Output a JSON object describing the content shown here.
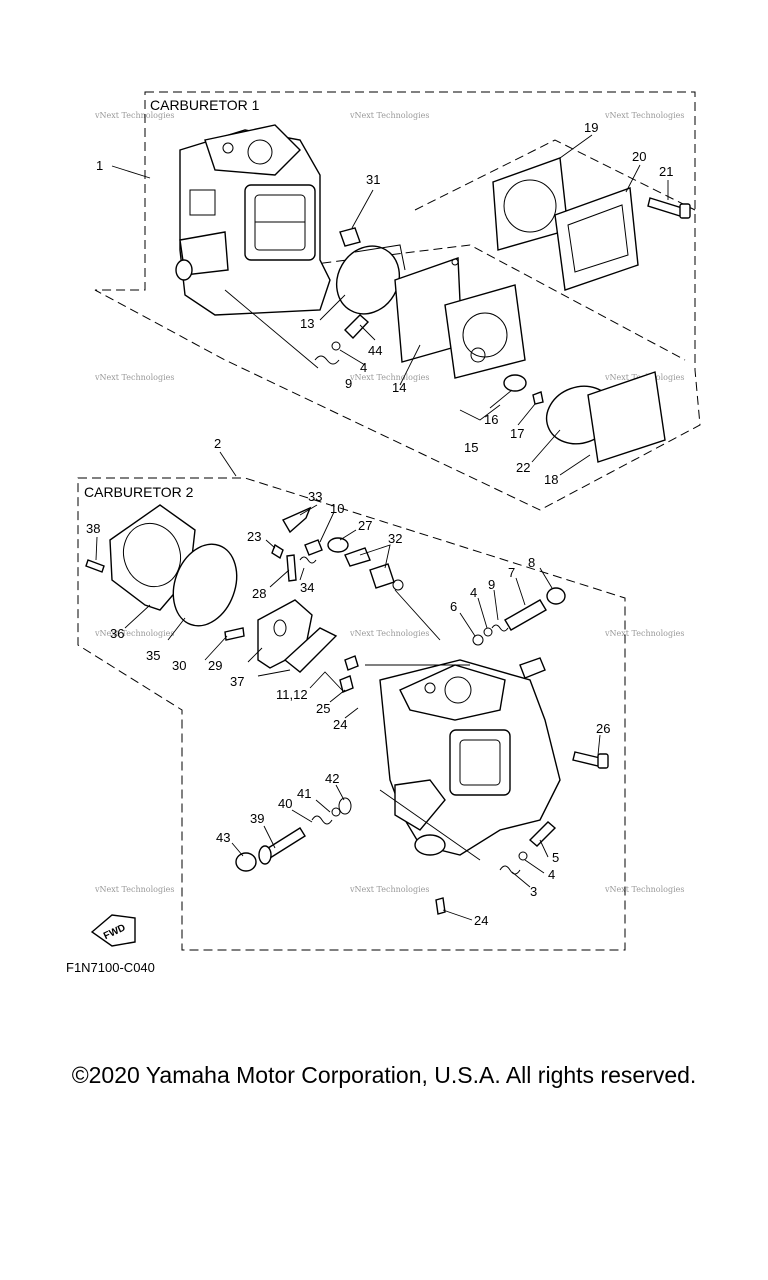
{
  "groups": [
    {
      "title": "CARBURETOR 1"
    },
    {
      "title": "CARBURETOR 2"
    }
  ],
  "callouts": [
    "1",
    "19",
    "20",
    "21",
    "31",
    "13",
    "44",
    "4",
    "9",
    "14",
    "16",
    "17",
    "15",
    "22",
    "18",
    "2",
    "33",
    "10",
    "27",
    "32",
    "23",
    "28",
    "34",
    "38",
    "36",
    "35",
    "30",
    "29",
    "37",
    "11,12",
    "25",
    "24",
    "8",
    "7",
    "9",
    "4",
    "6",
    "26",
    "42",
    "41",
    "40",
    "39",
    "43",
    "5",
    "4",
    "3",
    "24"
  ],
  "fwd_label": "FWD",
  "diagram_code": "F1N7100-C040",
  "watermark": "vNext Technologies",
  "copyright": "©2020 Yamaha Motor Corporation, U.S.A. All rights reserved."
}
